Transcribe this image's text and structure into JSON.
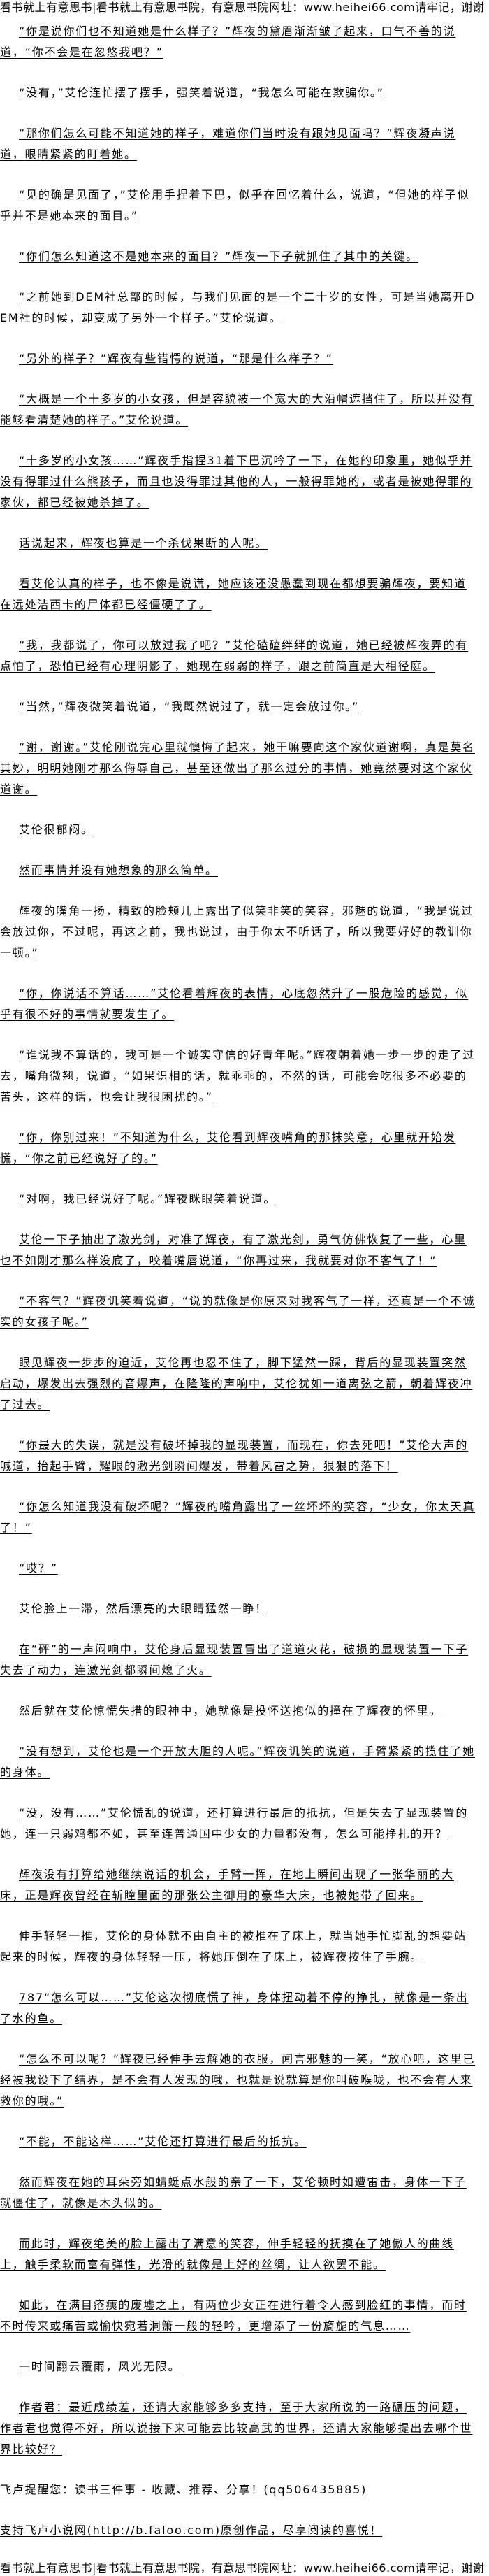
{
  "site_banner": "看书就上有意思书|看书就上有意思书院，有意思书院网址：www.heihei66.com请牢记，谢谢",
  "paragraphs": [
    "“你是说你们也不知道她是什么样子？”辉夜的黛眉渐渐皱了起来，口气不善的说道，“你不会是在忽悠我吧？”",
    "“没有，”艾伦连忙摆了摆手，强笑着说道，“我怎么可能在欺骗你。”",
    "“那你们怎么可能不知道她的样子，难道你们当时没有跟她见面吗？”辉夜凝声说道，眼睛紧紧的盯着她。",
    "“见的确是见面了，”艾伦用手捏着下巴，似乎在回忆着什么，说道，“但她的样子似乎并不是她本来的面目。”",
    "“你们怎么知道这不是她本来的面目？”辉夜一下子就抓住了其中的关键。",
    "“之前她到DEM社总部的时候，与我们见面的是一个二十岁的女性，可是当她离开DEM社的时候，却变成了另外一个样子。”艾伦说道。",
    "“另外的样子？”辉夜有些错愕的说道，“那是什么样子？”",
    "“大概是一个十多岁的小女孩，但是容貌被一个宽大的大沿帽遮挡住了，所以并没有能够看清楚她的样子。”艾伦说道。",
    "“十多岁的小女孩……”辉夜手指捏31着下巴沉吟了一下，在她的印象里，她似乎并没有得罪过什么熊孩子，而且也没得罪过其他的人，一般得罪她的，或者是被她得罪的家伙，都已经被她杀掉了。",
    "话说起来，辉夜也算是一个杀伐果断的人呢。",
    "看艾伦认真的样子，也不像是说谎，她应该还没愚蠢到现在都想要骗辉夜，要知道在远处洁西卡的尸体都已经僵硬了了。",
    "“我，我都说了，你可以放过我了吧？”艾伦磕磕绊绊的说道，她已经被辉夜弄的有点怕了，恐怕已经有心理阴影了，她现在弱弱的样子，跟之前简直是大相径庭。",
    "“当然，”辉夜微笑着说道，“我既然说过了，就一定会放过你。”",
    "“谢，谢谢。”艾伦刚说完心里就懊悔了起来，她干嘛要向这个家伙道谢啊，真是莫名其妙，明明她刚才那么侮辱自己，甚至还做出了那么过分的事情，她竟然要对这个家伙道谢。",
    "艾伦很郁闷。",
    "然而事情并没有她想象的那么简单。",
    "辉夜的嘴角一扬，精致的脸颊儿上露出了似笑非笑的笑容，邪魅的说道，“我是说过会放过你，不过呢，再这之前，我也说过，由于你太不听话了，所以我要好好的教训你一顿。”",
    "“你，你说话不算话……”艾伦看着辉夜的表情，心底忽然升了一股危险的感觉，似乎有很不好的事情就要发生了。",
    "“谁说我不算话的，我可是一个诚实守信的好青年呢。”辉夜朝着她一步一步的走了过去，嘴角微翘，说道，“如果识相的话，就乖乖的，不然的话，可能会吃很多不必要的苦头，这样的话，也会让我很困扰的。”",
    "“你，你别过来！”不知道为什么，艾伦看到辉夜嘴角的那抹笑意，心里就开始发慌，“你之前已经说好了的。”",
    "“对啊，我已经说好了呢。”辉夜眯眼笑着说道。",
    "艾伦一下子抽出了激光剑，对准了辉夜，有了激光剑，勇气仿佛恢复了一些，心里也不如刚才那么样没底了，咬着嘴唇说道，“你再过来，我就要对你不客气了！”",
    "“不客气？”辉夜讥笑着说道，“说的就像是你原来对我客气了一样，还真是一个不诚实的女孩子呢。”",
    "眼见辉夜一步步的迫近，艾伦再也忍不住了，脚下猛然一踩，背后的显现装置突然启动，爆发出去强烈的音爆声，在隆隆的声响中，艾伦犹如一道离弦之箭，朝着辉夜冲了过去。",
    "“你最大的失误，就是没有破坏掉我的显现装置，而现在，你去死吧！”艾伦大声的喊道，抬起手臂，耀眼的激光剑瞬间爆发，带着风雷之势，狠狠的落下！",
    "“你怎么知道我没有破坏呢？”辉夜的嘴角露出了一丝坏坏的笑容，“少女，你太天真了！”",
    "“哎？”",
    "艾伦脸上一滞，然后漂亮的大眼睛猛然一睁！",
    "在“砰”的一声闷响中，艾伦身后显现装置冒出了道道火花，破损的显现装置一下子失去了动力，连激光剑都瞬间熄了火。",
    "然后就在艾伦惊慌失措的眼神中，她就像是投怀送抱似的撞在了辉夜的怀里。",
    "“没有想到，艾伦也是一个开放大胆的人呢。”辉夜讥笑的说道，手臂紧紧的揽住了她的身体。",
    "“没，没有……”艾伦慌乱的说道，还打算进行最后的抵抗，但是失去了显现装置的她，连一只弱鸡都不如，甚至连普通国中少女的力量都没有，怎么可能挣扎的开？",
    "辉夜没有打算给她继续说话的机会，手臂一挥，在地上瞬间出现了一张华丽的大床，正是辉夜曾经在斩瞳里面的那张公主御用的豪华大床，也被她带了回来。",
    "伸手轻轻一推，艾伦的身体就不由自主的被推在了床上，就当她手忙脚乱的想要站起来的时候，辉夜的身体轻轻一压，将她压倒在了床上，被辉夜按住了手腕。",
    "787“怎么可以……”艾伦这次彻底慌了神，身体扭动着不停的挣扎，就像是一条出了水的鱼。",
    "“怎么不可以呢？”辉夜已经伸手去解她的衣服，闻言邪魅的一笑，“放心吧，这里已经被我设下了结界，是不会有人发现的哦，也就是说就算是你叫破喉咙，也不会有人来救你的哦。”",
    "“不能，不能这样……”艾伦还打算进行最后的抵抗。",
    "然而辉夜在她的耳朵旁如蜻蜓点水般的亲了一下，艾伦顿时如遭雷击，身体一下子就僵住了，就像是木头似的。",
    "而此时，辉夜绝美的脸上露出了满意的笑容，伸手轻轻的抚摸在了她傲人的曲线上，触手柔软而富有弹性，光滑的就像是上好的丝绸，让人欲罢不能。",
    "如此，在满目疮痍的废墟之上，有两位少女正在进行着令人感到脸红的事情，而时不时传来或痛苦或愉快宛若洞箫一般的轻吟，更增添了一份旖旎的气息……",
    "一时间翻云覆雨，风光无限。",
    "作者君：最近成绩差，还请大家能够多多支持，至于大家所说的一路碾压的问题，作者君也觉得不好，所以说接下来可能去比较高武的世界，还请大家能够提出去哪个世界比较好？"
  ],
  "promo": [
    "飞卢提醒您：读书三件事 - 收藏、推荐、分享！(qq506435885)",
    "支持飞卢小说网(http://b.faloo.com)原创作品，尽享阅读的喜悦！"
  ]
}
